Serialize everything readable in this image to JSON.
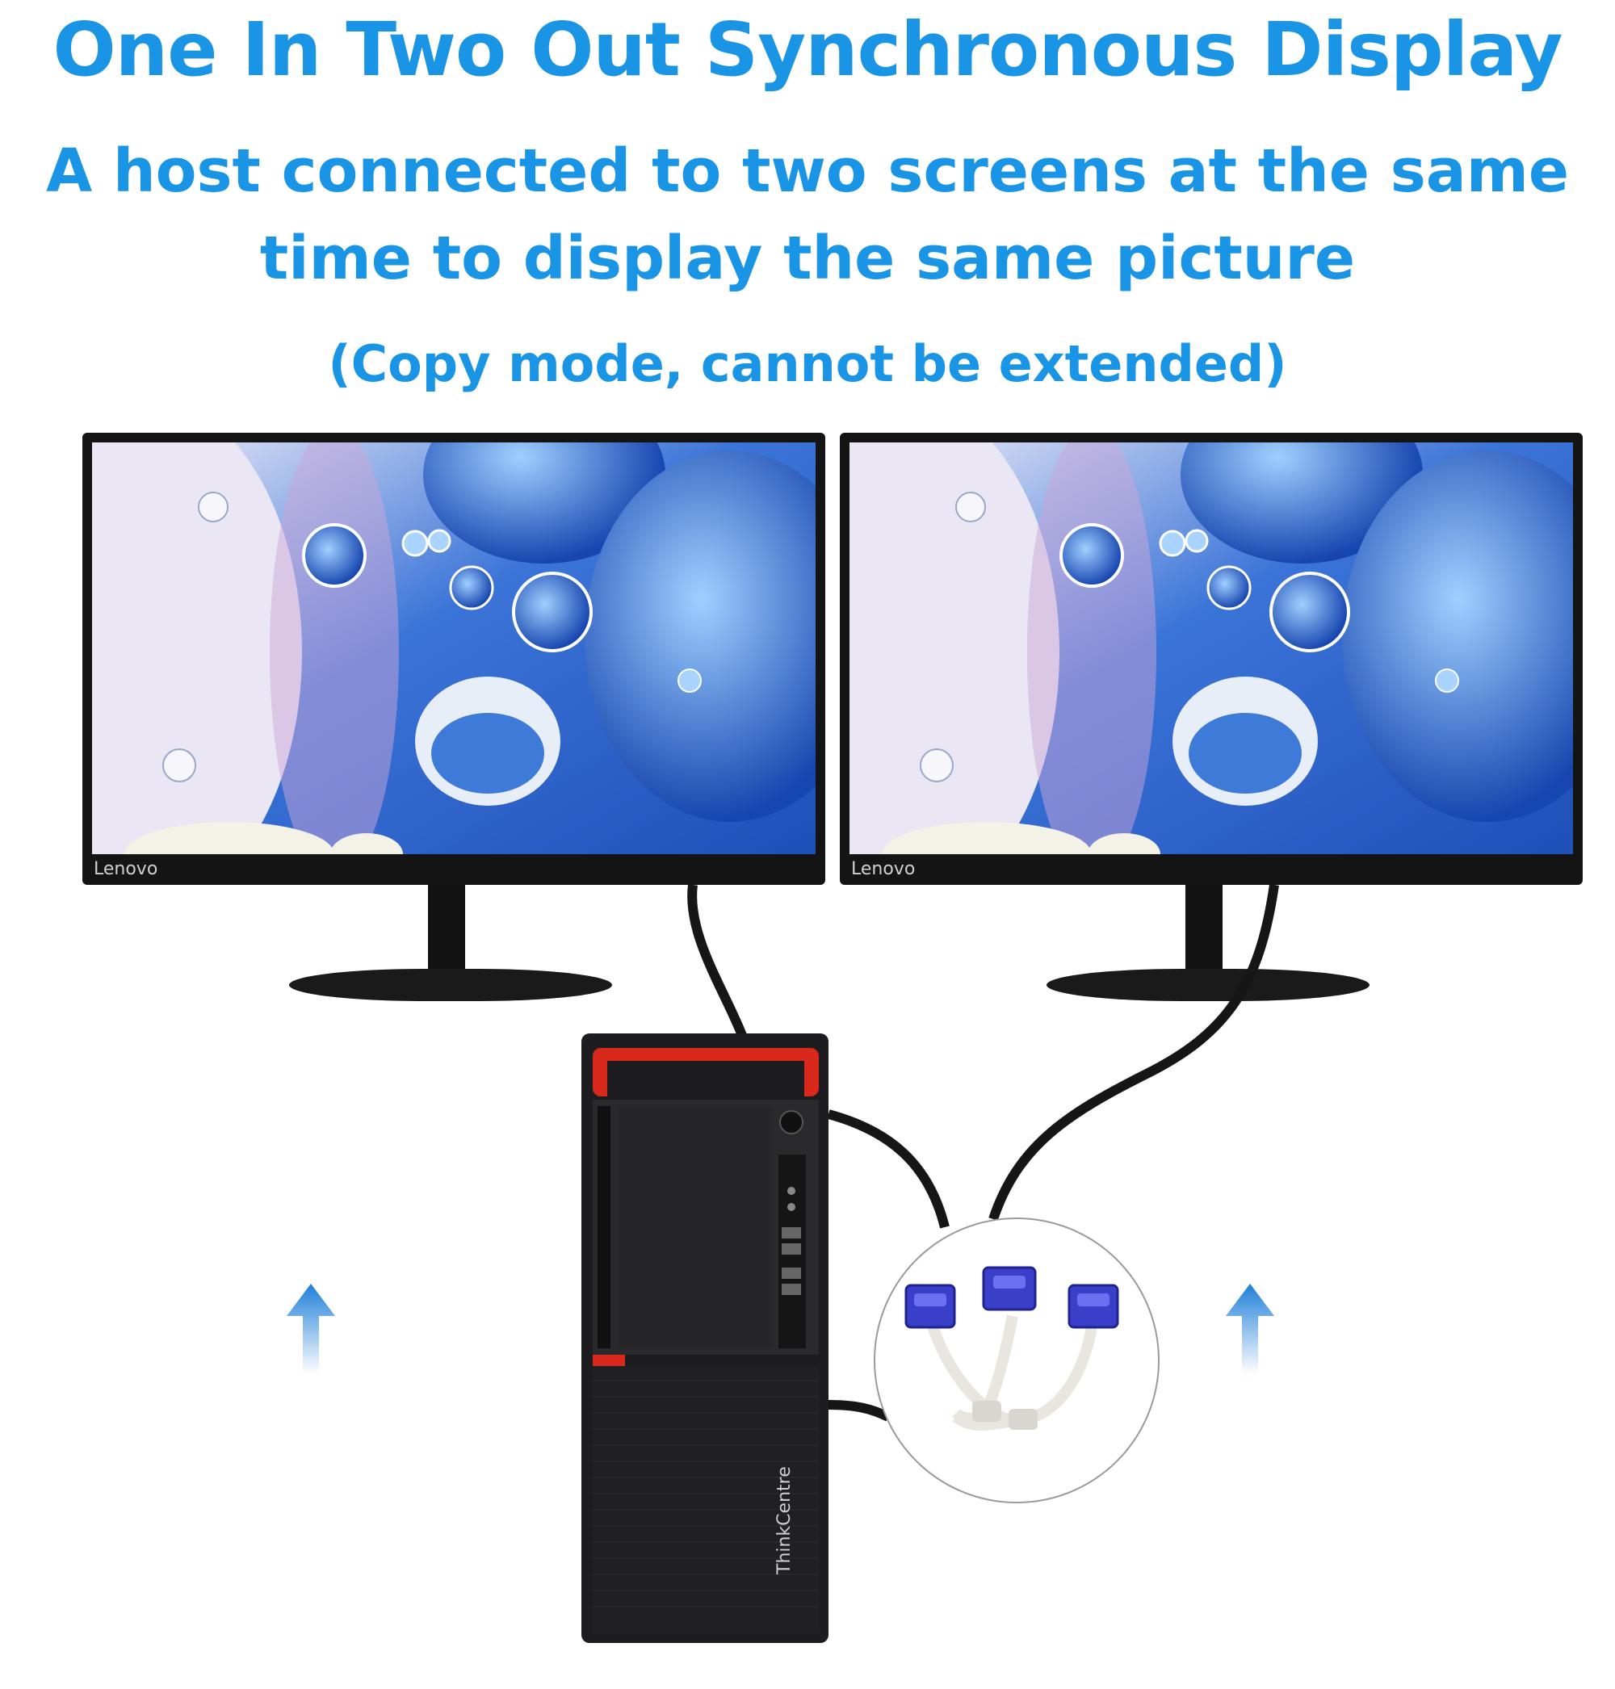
{
  "header": {
    "title": "One In Two Out Synchronous Display",
    "subtitle_line1": "A host connected to two screens at the same",
    "subtitle_line2": "time to display the same picture",
    "note": "(Copy mode, cannot be extended)"
  },
  "monitors": [
    {
      "brand": "Lenovo"
    },
    {
      "brand": "Lenovo"
    }
  ],
  "tower": {
    "brand": "ThinkCentre"
  },
  "colors": {
    "headline": "#1a95e6",
    "accent_red": "#d9281c",
    "connector_blue": "#3a3fc9",
    "arrow_blue": "#1f7fd8"
  },
  "icons": {
    "arrow": "up-arrow-icon",
    "splitter": "vga-splitter-cable"
  }
}
